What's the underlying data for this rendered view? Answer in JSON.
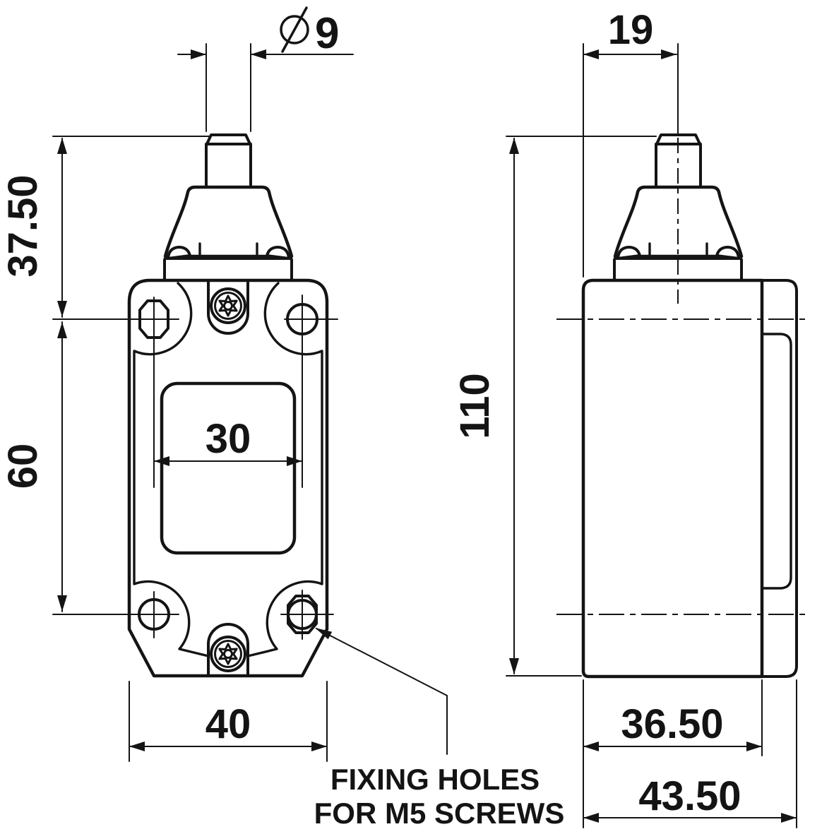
{
  "drawing": {
    "title": "limit-switch-dimension-drawing",
    "views": {
      "front_view": "front view with plunger, cover window and four fixing holes",
      "side_view": "side view with plunger and rear mounting plate"
    },
    "dimensions": {
      "plunger_diameter": "9",
      "plunger_axis_offset": "19",
      "head_height": "37.50",
      "hole_spacing_vertical": "60",
      "overall_height": "110",
      "hole_spacing_horizontal": "30",
      "body_width": "40",
      "body_depth": "36.50",
      "overall_depth": "43.50"
    },
    "symbols": {
      "diameter_symbol": "Ø"
    },
    "callout": {
      "line1": "FIXING HOLES",
      "line2": "FOR M5 SCREWS"
    },
    "colors": {
      "line": "#141414",
      "background": "#ffffff"
    }
  }
}
